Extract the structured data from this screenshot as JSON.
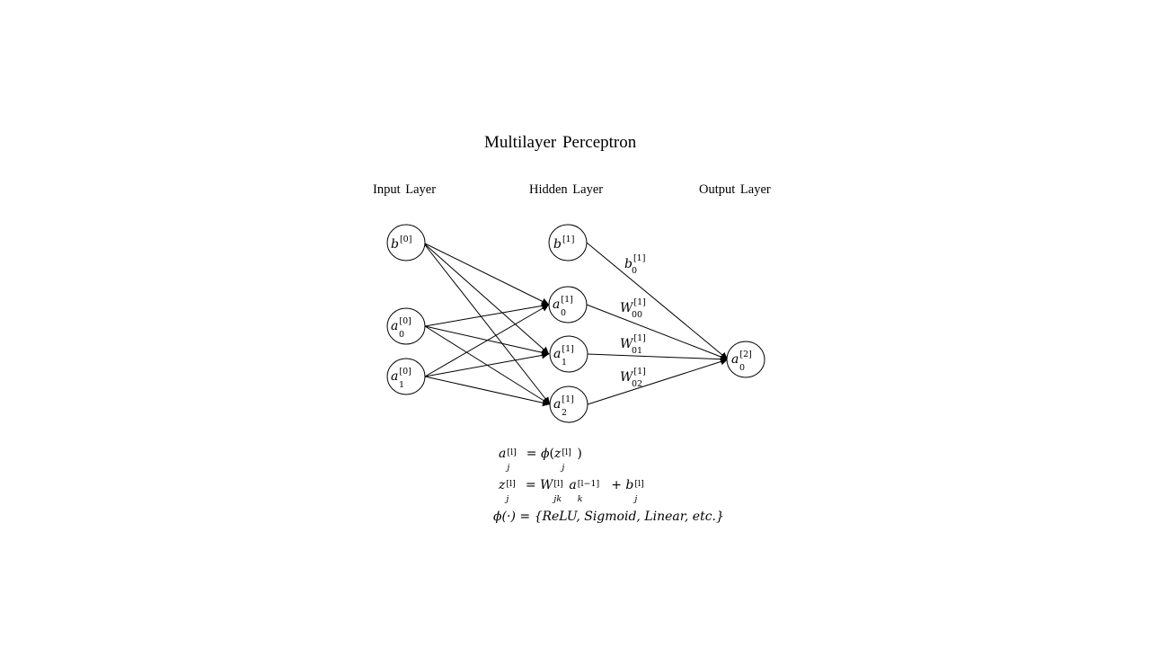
{
  "title": "Multilayer Perceptron",
  "layers": {
    "input": "Input Layer",
    "hidden": "Hidden Layer",
    "output": "Output Layer"
  },
  "nodes": {
    "b0": {
      "base": "b",
      "sup": "[0]",
      "sub": ""
    },
    "a0_0": {
      "base": "a",
      "sup": "[0]",
      "sub": "0"
    },
    "a1_0": {
      "base": "a",
      "sup": "[0]",
      "sub": "1"
    },
    "b1": {
      "base": "b",
      "sup": "[1]",
      "sub": ""
    },
    "a0_1": {
      "base": "a",
      "sup": "[1]",
      "sub": "0"
    },
    "a1_1": {
      "base": "a",
      "sup": "[1]",
      "sub": "1"
    },
    "a2_1": {
      "base": "a",
      "sup": "[1]",
      "sub": "2"
    },
    "a0_2": {
      "base": "a",
      "sup": "[2]",
      "sub": "0"
    }
  },
  "edge_labels": {
    "b": {
      "base": "b",
      "sup": "[1]",
      "sub": "0"
    },
    "w00": {
      "base": "W",
      "sup": "[1]",
      "sub": "00"
    },
    "w01": {
      "base": "W",
      "sup": "[1]",
      "sub": "01"
    },
    "w02": {
      "base": "W",
      "sup": "[1]",
      "sub": "02"
    }
  },
  "equations": {
    "eq1": {
      "lhs_base": "a",
      "lhs_sup": "[l]",
      "lhs_sub": "j",
      "eq": " = ",
      "phi": "ϕ",
      "open": "(",
      "z": "z",
      "z_sup": "[l]",
      "z_sub": "j",
      "close": ")"
    },
    "eq2": {
      "lhs_base": "z",
      "lhs_sup": "[l]",
      "lhs_sub": "j",
      "eq": " = ",
      "w": "W",
      "w_sup": "[l]",
      "w_sub": "jk",
      "a": "a",
      "a_sup": "[l−1]",
      "a_sub": "k",
      "plus": " + ",
      "b": "b",
      "b_sup": "[l]",
      "b_sub": "j"
    },
    "eq3": {
      "lhs": "ϕ(·)",
      "eq": " = ",
      "rhs": "{ReLU, Sigmoid, Linear, etc.}"
    }
  }
}
